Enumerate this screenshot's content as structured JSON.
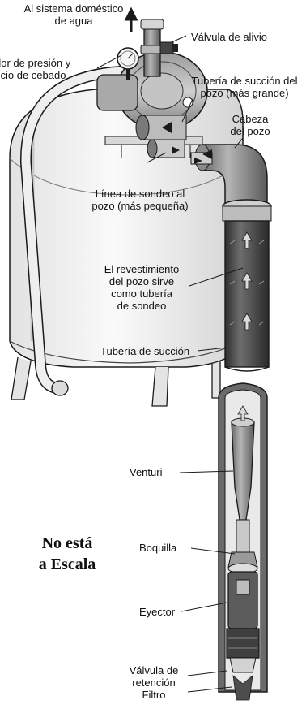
{
  "labels": {
    "domestic_water": [
      "Al sistema doméstico",
      "de agua"
    ],
    "relief_valve": "Válvula de alivio",
    "pressure_priming": [
      "dor de presión y",
      "ficio de cebado"
    ],
    "suction_pipe_large": [
      "Tubería de succión del",
      "pozo (más grande)"
    ],
    "well_head": [
      "Cabeza",
      "del pozo"
    ],
    "drive_line_small": [
      "Línea de sondeo al",
      "pozo (más pequeña)"
    ],
    "casing_drive_pipe": [
      "El revestimiento",
      "del pozo sirve",
      "como tubería",
      "de sondeo"
    ],
    "suction_pipe": "Tubería de succión",
    "venturi": "Venturi",
    "nozzle": "Boquilla",
    "ejector": "Eyector",
    "check_valve": [
      "Válvula de",
      "retención",
      "Filtro"
    ]
  },
  "scale_note": [
    "No está",
    "a Escala"
  ],
  "colors": {
    "outline": "#1a1a1a",
    "tank_fill": "#f2f2f2",
    "casing_dark": "#4a4a4a",
    "pipe_gray": "#8a8a8a",
    "light_gray": "#bdbdbd"
  }
}
